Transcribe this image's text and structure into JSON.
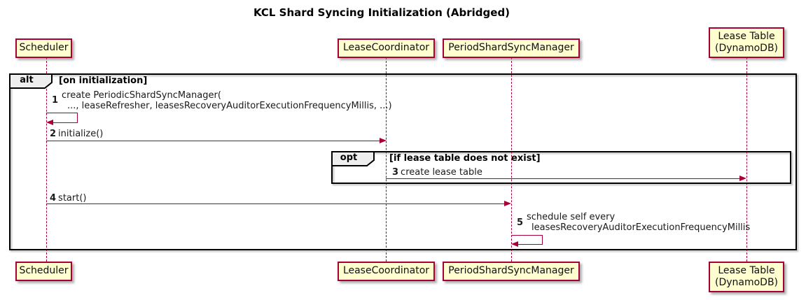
{
  "title": "KCL Shard Syncing Initialization (Abridged)",
  "participants": {
    "scheduler": {
      "label": "Scheduler"
    },
    "lease_coordinator": {
      "label": "LeaseCoordinator"
    },
    "period_shard_sync_manager": {
      "label": "PeriodShardSyncManager"
    },
    "lease_table": {
      "line1": "Lease Table",
      "line2": "(DynamoDB)"
    }
  },
  "frames": {
    "alt": {
      "operator": "alt",
      "condition": "[on initialization]"
    },
    "opt": {
      "operator": "opt",
      "condition": "[if lease table does not exist]"
    }
  },
  "messages": {
    "m1": {
      "num": "1",
      "line1": "create PeriodicShardSyncManager(",
      "line2": "..., leaseRefresher, leasesRecoveryAuditorExecutionFrequencyMillis, ...)"
    },
    "m2": {
      "num": "2",
      "text": "initialize()"
    },
    "m3": {
      "num": "3",
      "text": "create lease table"
    },
    "m4": {
      "num": "4",
      "text": "start()"
    },
    "m5": {
      "num": "5",
      "line1": "schedule self every",
      "line2": "leasesRecoveryAuditorExecutionFrequencyMillis"
    }
  },
  "colors": {
    "participant_fill": "#FEFECE",
    "participant_border": "#A80036",
    "arrow": "#A80036",
    "lifeline": "#A80036",
    "frame_border": "#000000",
    "operator_fill": "#EEEEEE",
    "title_color": "#000000"
  }
}
